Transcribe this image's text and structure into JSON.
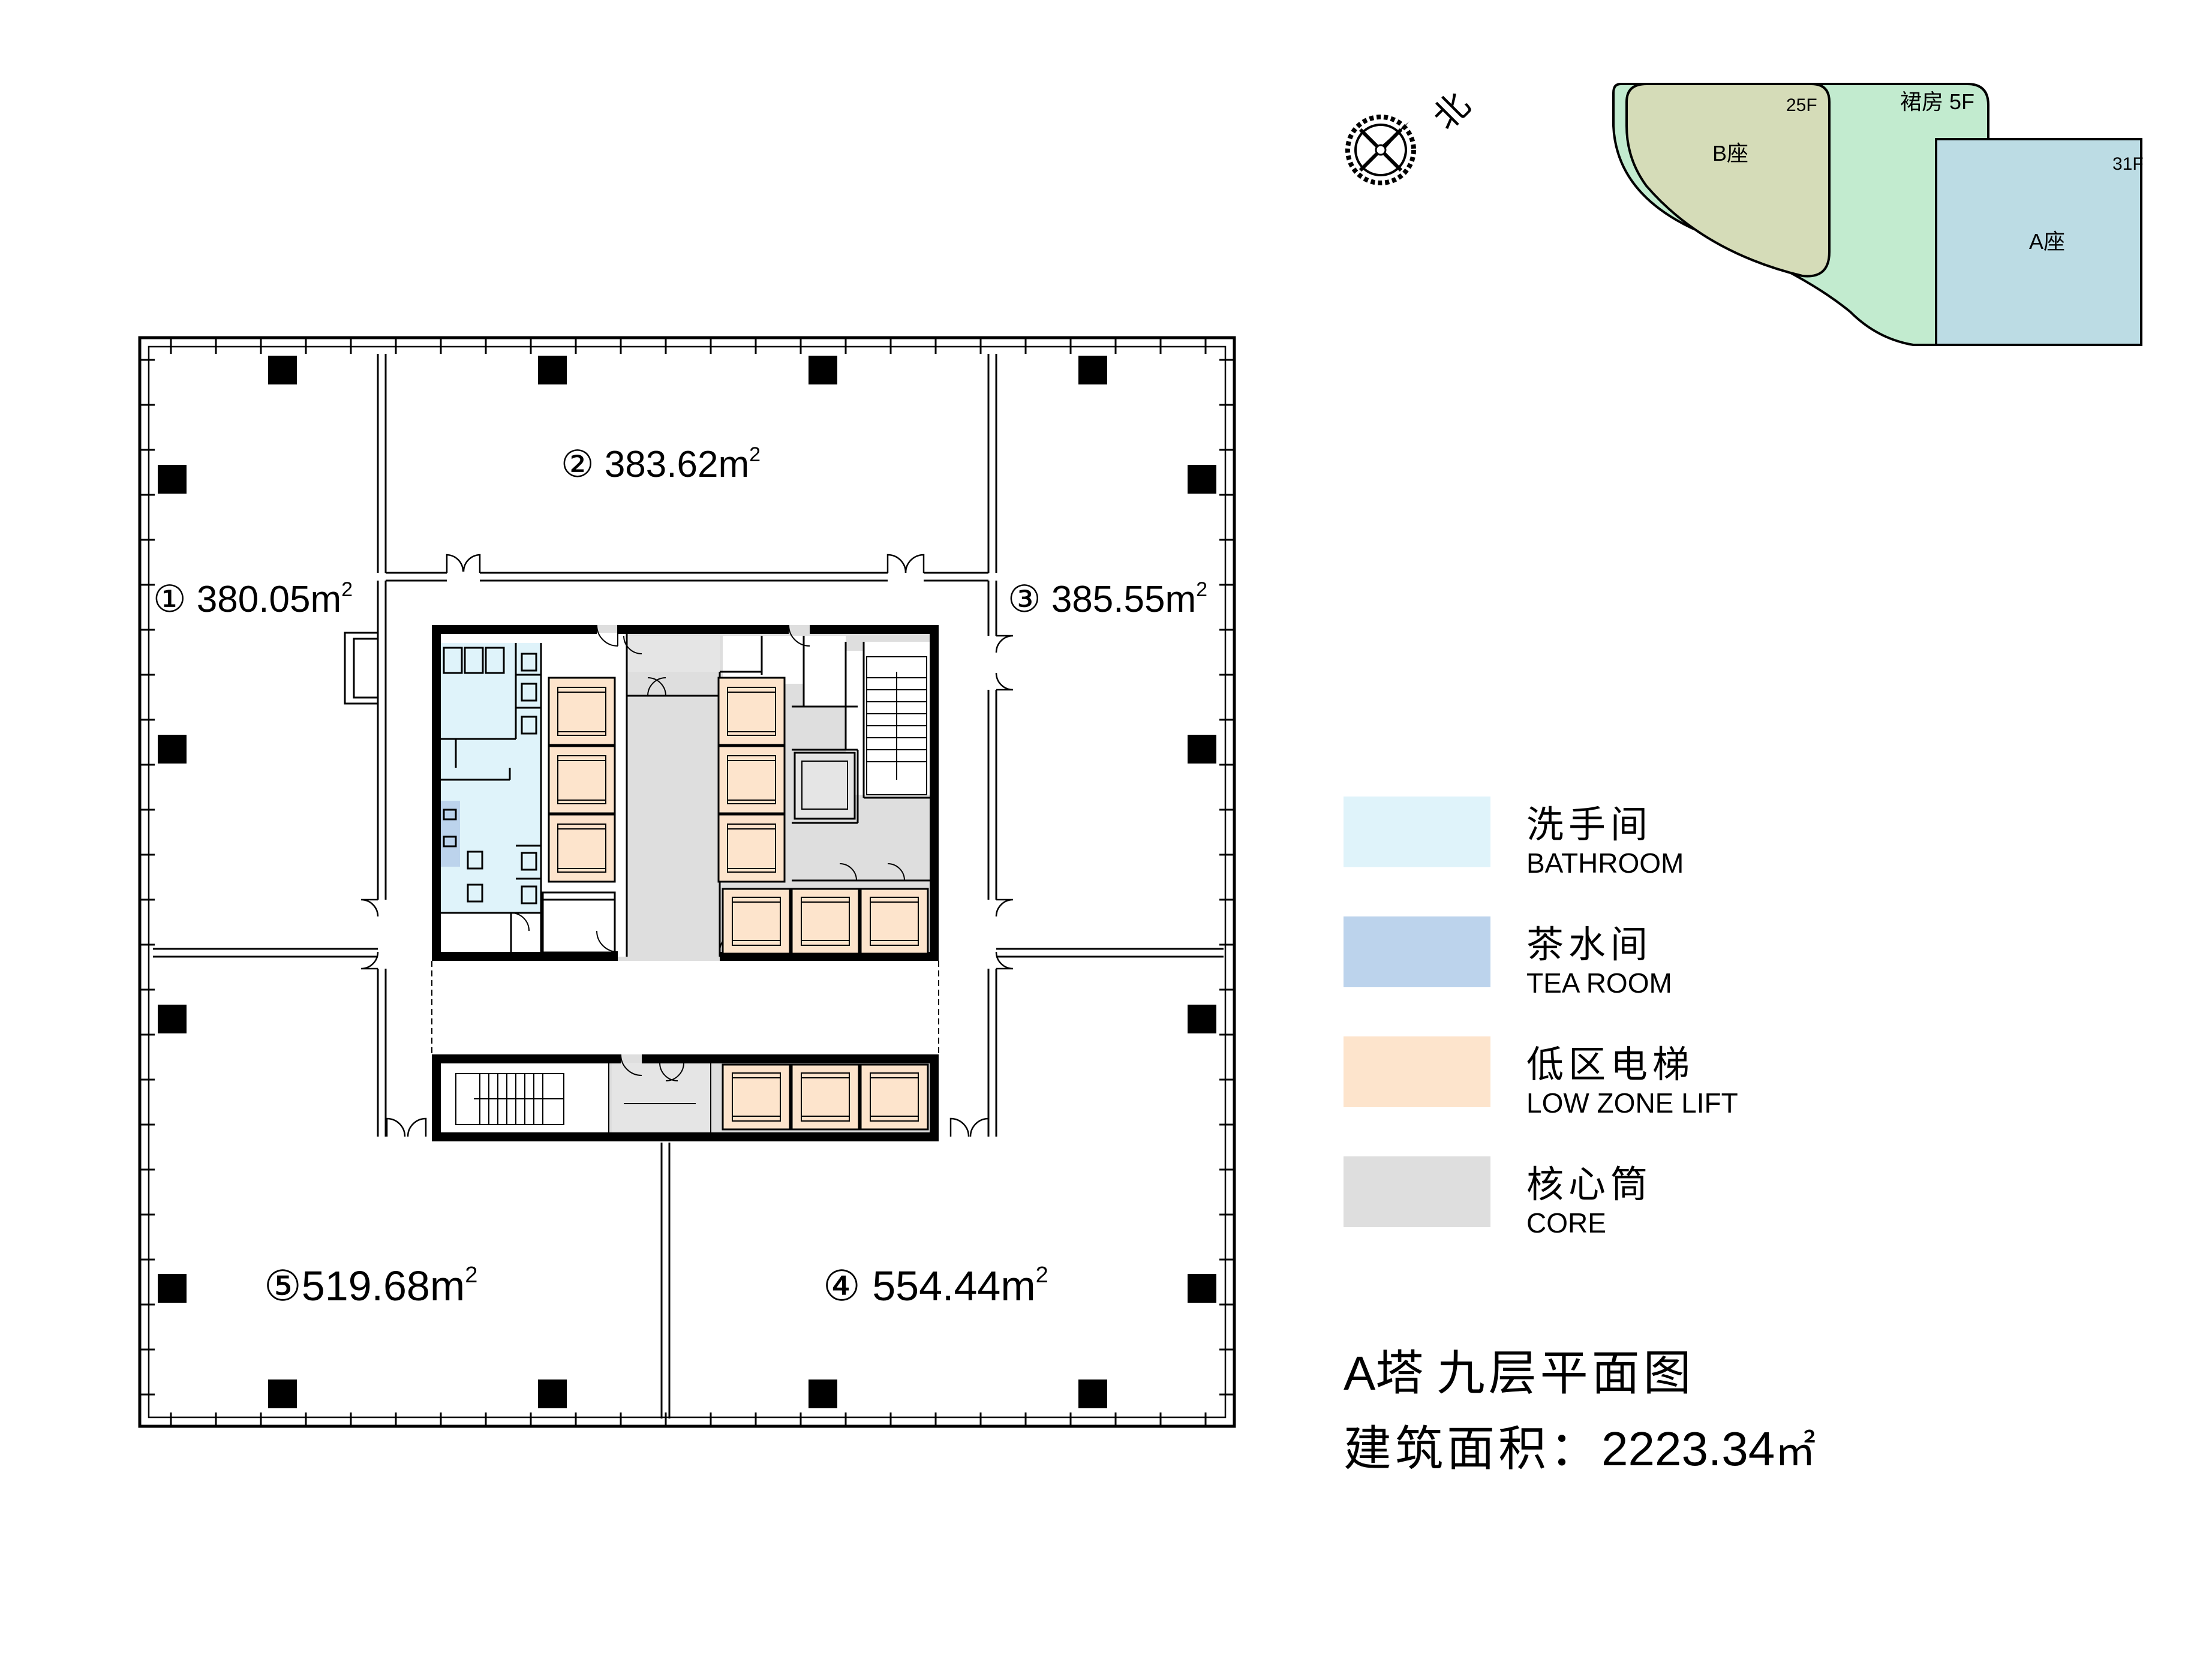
{
  "units": [
    {
      "num": "①",
      "area": "380.05m",
      "sup": "2"
    },
    {
      "num": "②",
      "area": "383.62m",
      "sup": "2"
    },
    {
      "num": "③",
      "area": "385.55m",
      "sup": "2"
    },
    {
      "num": "④",
      "area": "554.44m",
      "sup": "2"
    },
    {
      "num": "⑤",
      "area": "519.68m",
      "sup": "2"
    }
  ],
  "compass": {
    "north_label": "北"
  },
  "site_map": {
    "podium_label": "裙房 5F",
    "tower_b": {
      "name": "B座",
      "floors": "25F"
    },
    "tower_a": {
      "name": "A座",
      "floors": "31F"
    }
  },
  "legend": [
    {
      "cn": "洗手间",
      "en": "BATHROOM",
      "color": "#dff3fa"
    },
    {
      "cn": "茶水间",
      "en": "TEA ROOM",
      "color": "#bcd3ec"
    },
    {
      "cn": "低区电梯",
      "en": "LOW ZONE LIFT",
      "color": "#fde4cc"
    },
    {
      "cn": "核心筒",
      "en": "CORE",
      "color": "#dedede"
    }
  ],
  "colors": {
    "bathroom": "#dff3fa",
    "tea_room": "#bcd3ec",
    "lift": "#fde4cc",
    "core": "#dedede",
    "podium": "#c2ebcf",
    "tower_b": "#d5dcb8",
    "tower_a": "#bcdce4"
  },
  "title": {
    "tower": "A塔",
    "floor": "九层平面图",
    "area_label": "建筑面积：",
    "area_value": "2223.34",
    "area_unit": "㎡"
  }
}
